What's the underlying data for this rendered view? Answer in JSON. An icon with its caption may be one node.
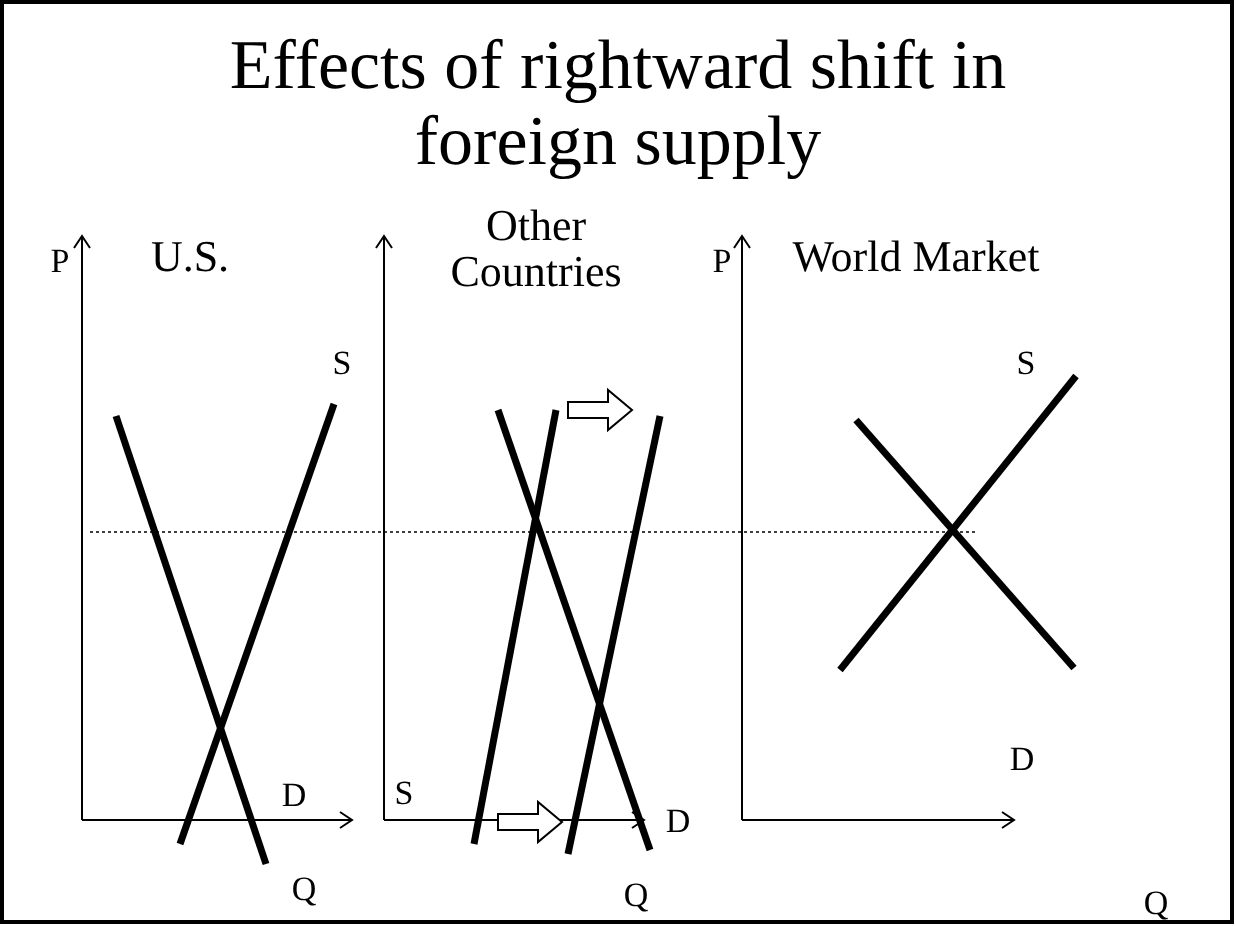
{
  "diagram": {
    "title": "Effects of rightward shift in foreign supply",
    "labels": [
      "P",
      "U.S.",
      "S",
      "D",
      "Q",
      "Other Countries",
      "S",
      "D",
      "Q",
      "P",
      "World Market",
      "S",
      "D",
      "Q"
    ]
  }
}
